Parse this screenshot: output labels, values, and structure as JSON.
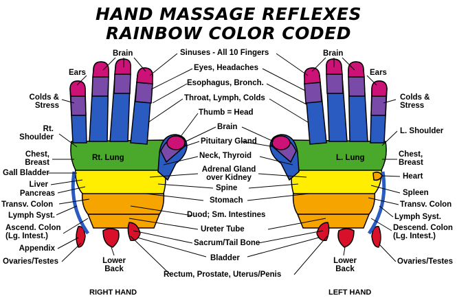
{
  "title_line1": "HAND MASSAGE REFLEXES",
  "title_line2": "RAINBOW COLOR CODED",
  "hands": {
    "right": "RIGHT HAND",
    "left": "LEFT HAND",
    "right_lung": "Rt. Lung",
    "left_lung": "L. Lung"
  },
  "labels_left": {
    "brain": "Brain",
    "ears": "Ears",
    "colds_stress": "Colds &\nStress",
    "rt_shoulder": "Rt.\nShoulder",
    "chest_breast": "Chest,\nBreast",
    "gall_bladder": "Gall Bladder",
    "liver": "Liver",
    "pancreas": "Pancreas",
    "transv_colon": "Transv. Colon",
    "lymph_syst": "Lymph Syst.",
    "ascend_colon": "Ascend. Colon\n(Lg. Intest.)",
    "appendix": "Appendix",
    "ovaries_testes": "Ovaries/Testes",
    "lower_back": "Lower\nBack"
  },
  "labels_center": {
    "sinuses": "Sinuses - All 10 Fingers",
    "eyes": "Eyes, Headaches",
    "esophagus": "Esophagus, Bronch.",
    "throat": "Throat, Lymph, Colds",
    "thumb": "Thumb = Head",
    "brain": "Brain",
    "pituitary": "Pituitary Gland",
    "neck": "Neck, Thyroid",
    "adrenal": "Adrenal Gland\nover Kidney",
    "spine": "Spine",
    "stomach": "Stomach",
    "duod": "Duod; Sm. Intestines",
    "ureter": "Ureter Tube",
    "sacrum": "Sacrum/Tail Bone",
    "bladder": "Bladder",
    "rectum": "Rectum, Prostate, Uterus/Penis"
  },
  "labels_right": {
    "brain": "Brain",
    "ears": "Ears",
    "colds_stress": "Colds &\nStress",
    "l_shoulder": "L. Shoulder",
    "chest_breast": "Chest,\nBreast",
    "heart": "Heart",
    "spleen": "Spleen",
    "transv_colon": "Transv. Colon",
    "lymph_syst": "Lymph Syst.",
    "descend_colon": "Descend. Colon\n(Lg. Intest.)",
    "ovaries_testes": "Ovaries/Testes",
    "lower_back": "Lower\nBack"
  },
  "colors": {
    "magenta": "#cc1177",
    "purple": "#7a4aa8",
    "blue": "#2a5bc0",
    "green": "#4aa82a",
    "yellow": "#ffee00",
    "orange": "#f6a500",
    "red": "#d8102a",
    "outline": "#000000"
  }
}
